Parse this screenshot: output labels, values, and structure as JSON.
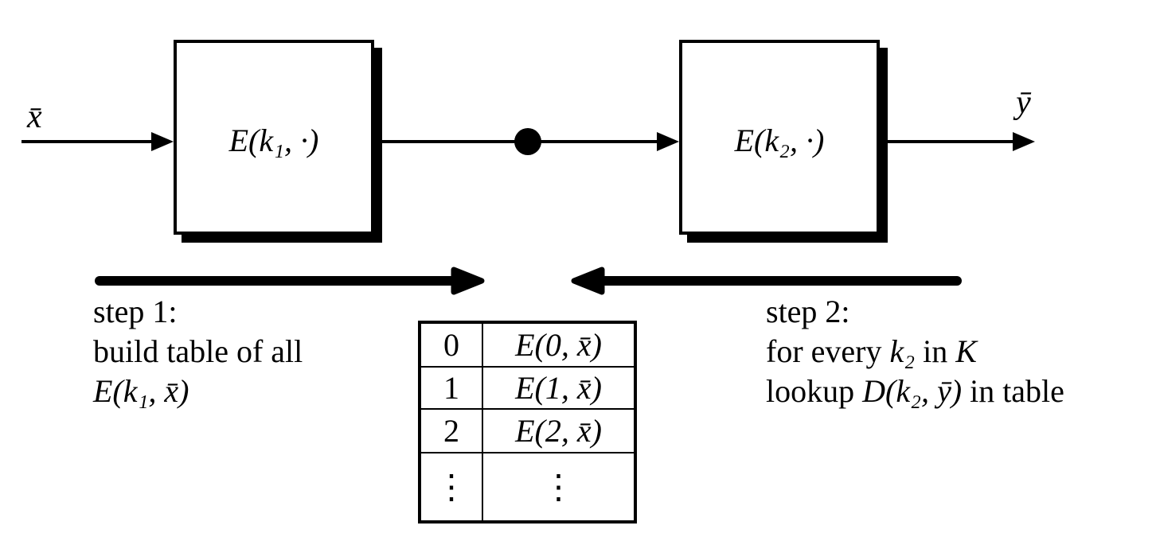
{
  "colors": {
    "ink": "#000000",
    "background": "#ffffff"
  },
  "io": {
    "input_label": "x̄",
    "output_label": "ȳ"
  },
  "blocks": {
    "box1": {
      "label": "E(k₁, ·)"
    },
    "box2": {
      "label": "E(k₂, ·)"
    }
  },
  "step1": {
    "line1": "step 1:",
    "line2": "build table of all",
    "line3": "E(k₁, x̄)"
  },
  "step2": {
    "line1": "step 2:",
    "line2_pre": "for every ",
    "line2_math": "k₂",
    "line2_mid": " in ",
    "line2_set": "K",
    "line3_pre": "lookup ",
    "line3_math": "D(k₂, ȳ)",
    "line3_post": " in table"
  },
  "table": {
    "rows": [
      {
        "key": "0",
        "value": "E(0, x̄)"
      },
      {
        "key": "1",
        "value": "E(1, x̄)"
      },
      {
        "key": "2",
        "value": "E(2, x̄)"
      },
      {
        "key": "⋮",
        "value": "⋮"
      }
    ]
  },
  "icons": {
    "junction_dot": "filled-circle",
    "step1_arrow": "thick-right-arrow",
    "step2_arrow": "thick-left-arrow"
  }
}
